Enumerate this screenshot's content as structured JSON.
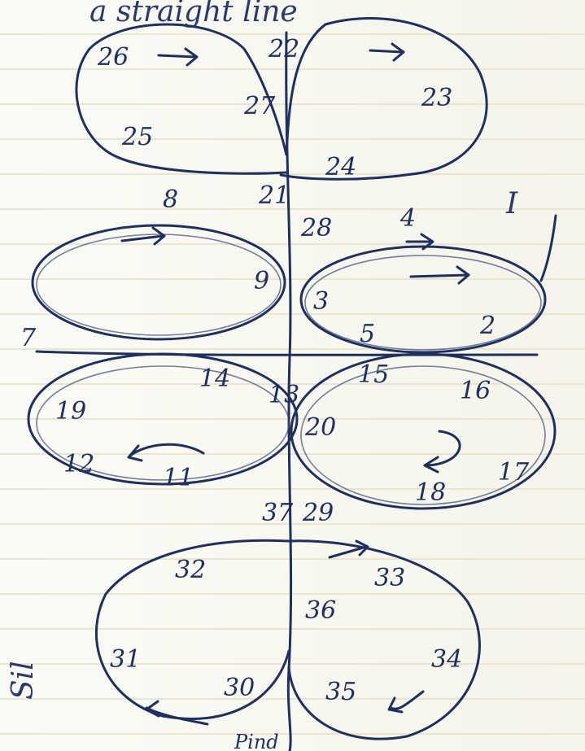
{
  "header_text": "a straight line",
  "side_text": "Sil",
  "side_mark": "I",
  "bottom_text": "Pind",
  "labels": [
    "2",
    "3",
    "4",
    "5",
    "7",
    "8",
    "9",
    "11",
    "12",
    "13",
    "14",
    "15",
    "16",
    "17",
    "18",
    "19",
    "20",
    "21",
    "22",
    "23",
    "24",
    "25",
    "26",
    "27",
    "28",
    "29",
    "30",
    "31",
    "32",
    "33",
    "34",
    "35",
    "36",
    "37"
  ]
}
